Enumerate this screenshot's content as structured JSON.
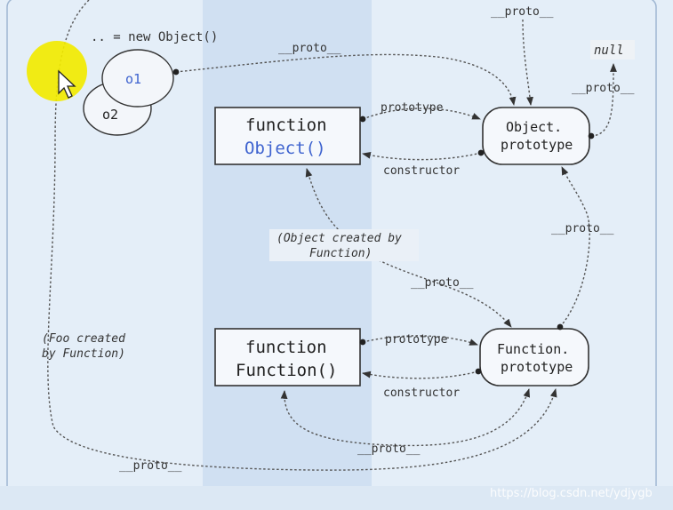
{
  "header_code": ".. = new Object()",
  "nodes": {
    "o1": "o1",
    "o2": "o2",
    "function_object": {
      "line1": "function",
      "line2": "Object()"
    },
    "function_function": {
      "line1": "function",
      "line2": "Function()"
    },
    "object_prototype": {
      "line1": "Object.",
      "line2": "prototype"
    },
    "function_prototype": {
      "line1": "Function.",
      "line2": "prototype"
    },
    "null_label": "null"
  },
  "edge_labels": {
    "proto_o1": "__proto__",
    "proto_top": "__proto__",
    "proto_objproto_null": "__proto__",
    "prototype_object": "prototype",
    "constructor_object": "constructor",
    "proto_funcproto_objproto": "__proto__",
    "proto_object_funcproto": "__proto__",
    "prototype_function": "prototype",
    "constructor_function": "constructor",
    "proto_function_funcproto": "__proto__",
    "proto_foo": "__proto__"
  },
  "notes": {
    "object_created_line1": "(Object created by",
    "object_created_line2": "Function)",
    "foo_created_line1": "(Foo created",
    "foo_created_line2": "by Function)"
  },
  "watermark": "https://blog.csdn.net/ydjygb",
  "colors": {
    "background": "#e4eef8",
    "column_highlight": "#d0e0f2",
    "node_fill": "#f5f8fc",
    "accent_blue": "#3e63cf",
    "cursor_highlight": "#f2ea00"
  }
}
